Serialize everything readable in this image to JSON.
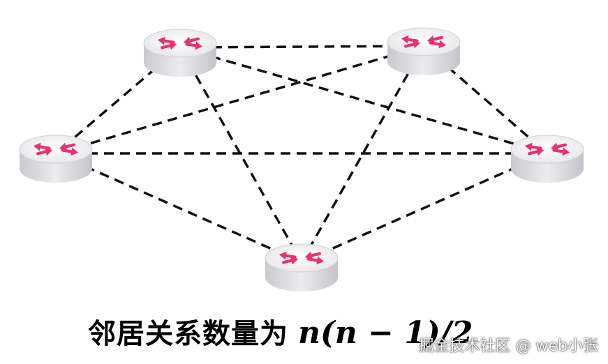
{
  "nodes": [
    {
      "id": "r1",
      "label": "router",
      "icon": "router-icon"
    },
    {
      "id": "r2",
      "label": "router",
      "icon": "router-icon"
    },
    {
      "id": "r3",
      "label": "router",
      "icon": "router-icon"
    },
    {
      "id": "r4",
      "label": "router",
      "icon": "router-icon"
    },
    {
      "id": "r5",
      "label": "router",
      "icon": "router-icon"
    }
  ],
  "links": [
    [
      "r1",
      "r2"
    ],
    [
      "r1",
      "r3"
    ],
    [
      "r1",
      "r4"
    ],
    [
      "r1",
      "r5"
    ],
    [
      "r2",
      "r3"
    ],
    [
      "r2",
      "r4"
    ],
    [
      "r2",
      "r5"
    ],
    [
      "r3",
      "r4"
    ],
    [
      "r3",
      "r5"
    ],
    [
      "r4",
      "r5"
    ]
  ],
  "caption": {
    "text": "邻居关系数量为",
    "formula": "n(n − 1)/2"
  },
  "watermark": "掘金技术社区 @ web小张",
  "colors": {
    "link": "#111111",
    "router_top": "#f4f4f6",
    "router_side": "#d9d9dd",
    "arrow": "#e8336d"
  }
}
